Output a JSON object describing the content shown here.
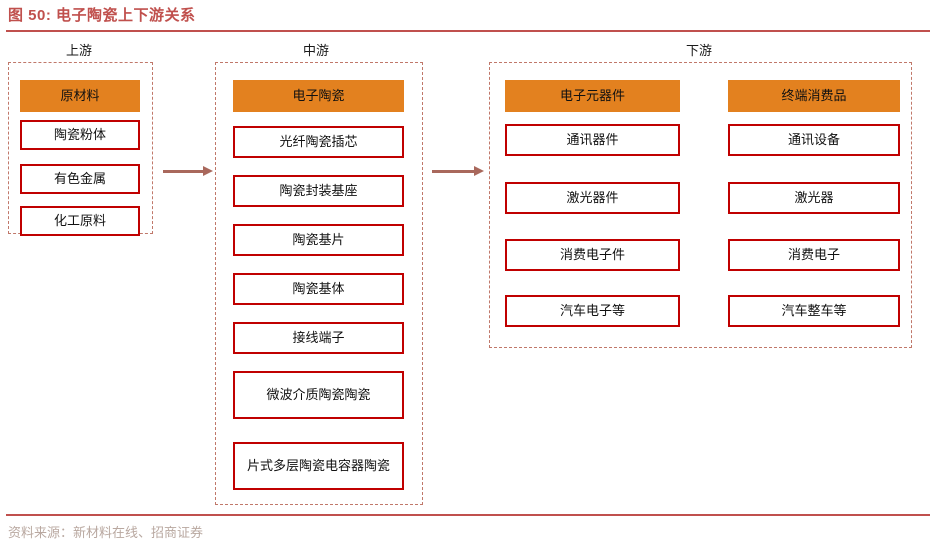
{
  "figure": {
    "title": "图 50: 电子陶瓷上下游关系",
    "source": "资料来源：新材料在线、招商证券",
    "accent_color": "#C0504D",
    "header_fill": "#E3811F",
    "node_border": "#C00000",
    "dashed_border": "#C0786A",
    "arrow_color": "#A9685C"
  },
  "sections": {
    "upstream": {
      "label": "上游",
      "header": "原材料",
      "items": [
        "陶瓷粉体",
        "有色金属",
        "化工原料"
      ]
    },
    "midstream": {
      "label": "中游",
      "header": "电子陶瓷",
      "items": [
        "光纤陶瓷插芯",
        "陶瓷封装基座",
        "陶瓷基片",
        "陶瓷基体",
        "接线端子",
        "微波介质陶瓷陶瓷",
        "片式多层陶瓷电容器陶瓷"
      ]
    },
    "downstream": {
      "label": "下游",
      "columns": [
        {
          "header": "电子元器件",
          "items": [
            "通讯器件",
            "激光器件",
            "消费电子件",
            "汽车电子等"
          ]
        },
        {
          "header": "终端消费品",
          "items": [
            "通讯设备",
            "激光器",
            "消费电子",
            "汽车整车等"
          ]
        }
      ]
    }
  },
  "arrows": [
    {
      "name": "upstream-to-midstream",
      "direction": "right"
    },
    {
      "name": "midstream-to-downstream",
      "direction": "right"
    }
  ]
}
